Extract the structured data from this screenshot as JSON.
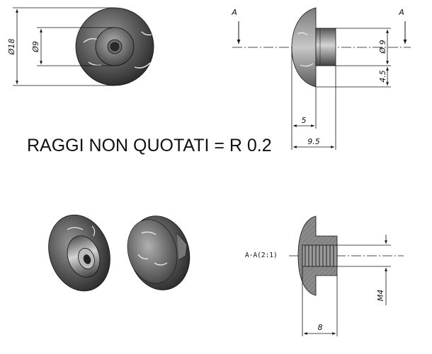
{
  "note": {
    "text": "RAGGI NON QUOTATI = R 0.2"
  },
  "front_view": {
    "dim_outer": "Ø18",
    "dim_inner": "Ø9"
  },
  "side_view": {
    "section_mark_left": "A",
    "section_mark_right": "A",
    "dim_diameter": "Ø 9",
    "dim_height": "4.5",
    "dim_length_short": "5",
    "dim_length_total": "9.5"
  },
  "section_view": {
    "label": "A-A(2:1)",
    "dim_thread": "M4",
    "dim_length": "8"
  },
  "colors": {
    "line": "#111111",
    "section_fill": "#8a8a8a",
    "body_dark": "#3a3a3a",
    "body_light": "#8c8c8c"
  }
}
